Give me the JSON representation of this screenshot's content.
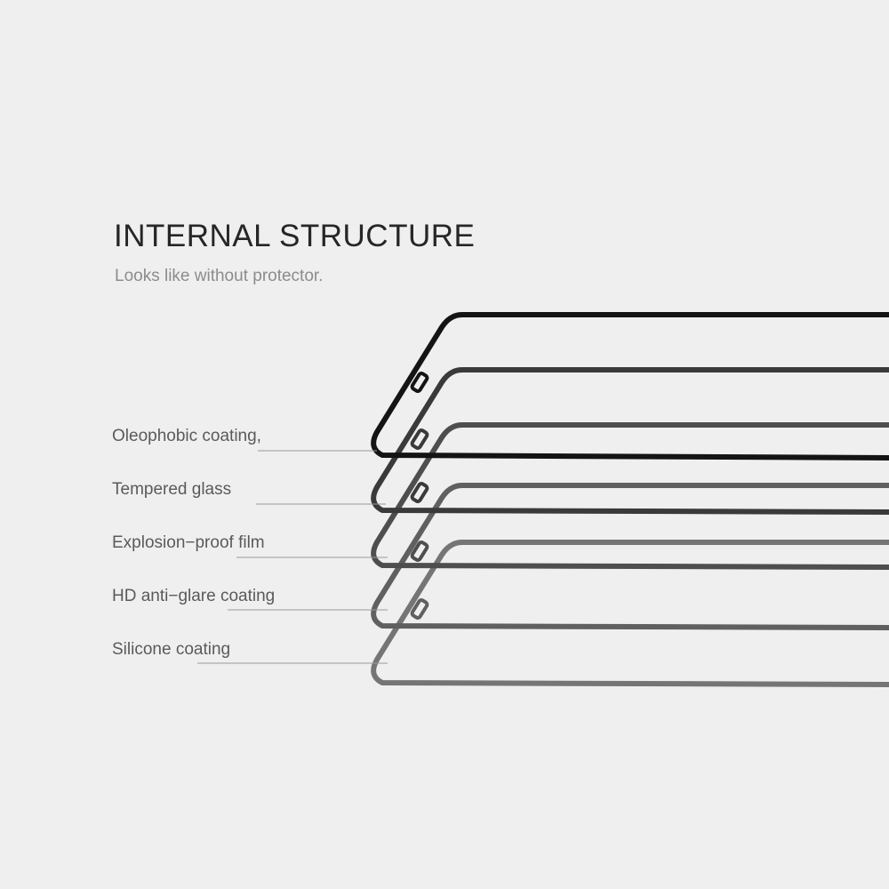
{
  "header": {
    "title": "INTERNAL STRUCTURE",
    "subtitle": "Looks like without protector."
  },
  "layers": [
    {
      "label": "Oleophobic coating,",
      "color": "#141414"
    },
    {
      "label": "Tempered glass",
      "color": "#3a3a3a"
    },
    {
      "label": "Explosion−proof film",
      "color": "#4e4e4e"
    },
    {
      "label": "HD anti−glare coating",
      "color": "#606060"
    },
    {
      "label": "Silicone coating",
      "color": "#757575"
    }
  ],
  "colors": {
    "background": "#efefef",
    "title": "#262626",
    "subtitle": "#8c8c8c",
    "label": "#5a5a5a",
    "leader": "#9a9a9a"
  }
}
